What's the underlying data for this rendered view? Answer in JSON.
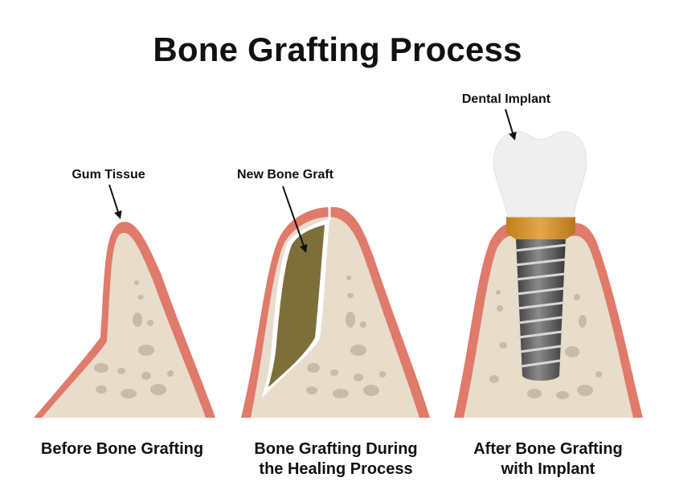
{
  "title": "Bone Grafting Process",
  "annotations": {
    "gum_tissue": "Gum Tissue",
    "new_bone_graft": "New Bone Graft",
    "dental_implant": "Dental Implant"
  },
  "captions": {
    "before": {
      "line1": "Before Bone Grafting"
    },
    "during": {
      "line1": "Bone Grafting During",
      "line2": "the Healing Process"
    },
    "after": {
      "line1": "After Bone Grafting",
      "line2": "with Implant"
    }
  },
  "colors": {
    "gum": "#e07a6a",
    "bone": "#e8dccb",
    "bone_spots": "#c9bba5",
    "graft": "#7d6f3a",
    "crown": "#efefef",
    "abutment": "#d99a2b",
    "screw": "#5c5c5c"
  }
}
